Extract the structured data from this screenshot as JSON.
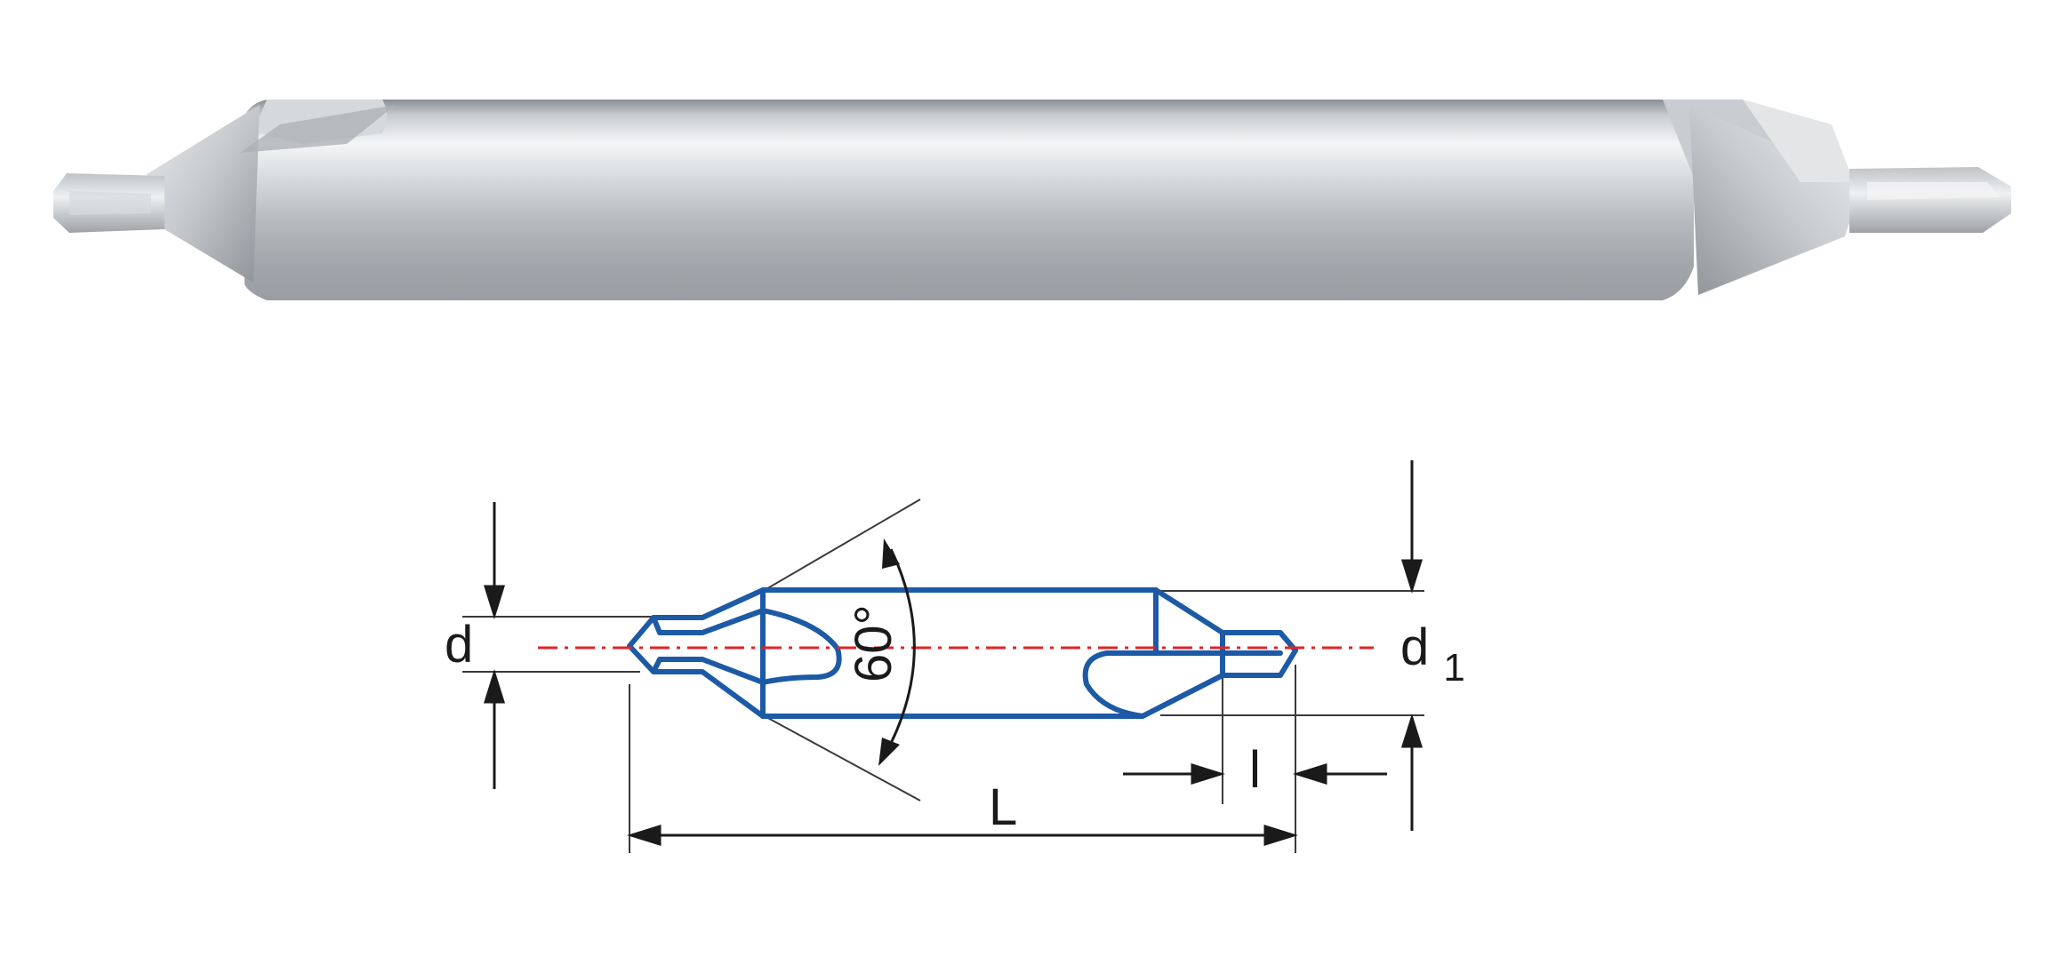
{
  "photo": {
    "subject": "center-drill-tool"
  },
  "drawing": {
    "labels": {
      "d": "d",
      "d1_main": "d",
      "d1_sub": "1",
      "angle": "60°",
      "L": "L",
      "l": "l"
    },
    "colors": {
      "outline": "#1d5aa6",
      "centerline": "#e02424",
      "dimension": "#1a1a1a"
    }
  }
}
